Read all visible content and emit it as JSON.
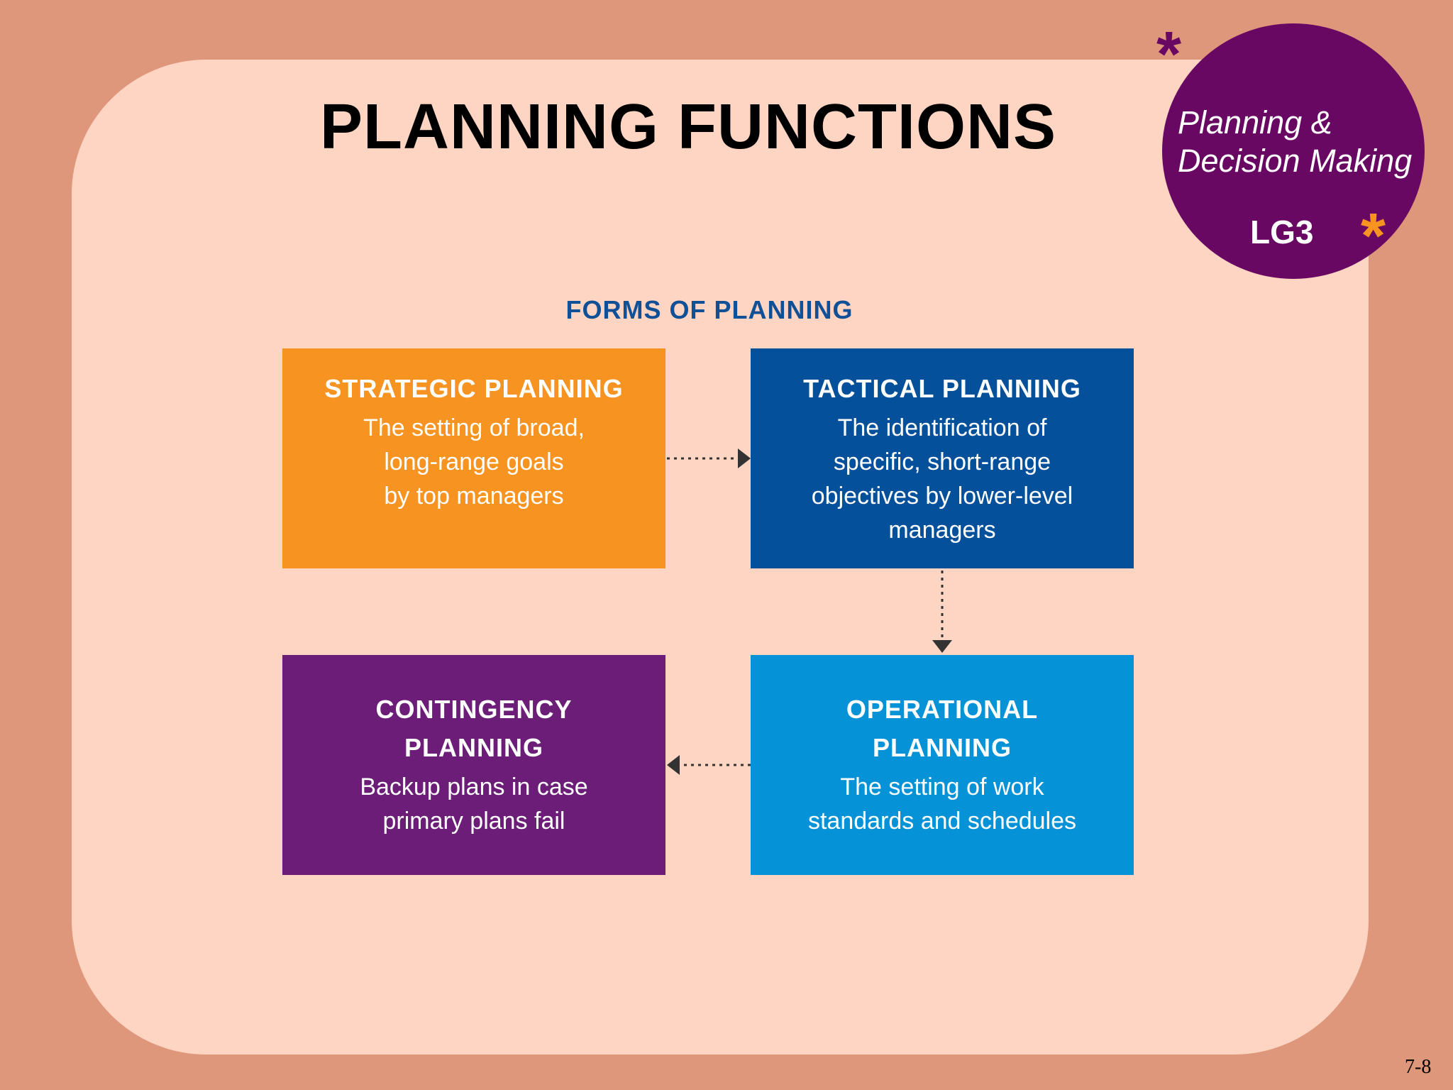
{
  "slide": {
    "title": "PLANNING FUNCTIONS",
    "page_number": "7-8"
  },
  "badge": {
    "topic_line1": "Planning &",
    "topic_line2": "Decision Making",
    "code": "LG3",
    "asterisk": "*"
  },
  "diagram": {
    "heading": "FORMS OF PLANNING",
    "boxes": {
      "strategic": {
        "title": "STRATEGIC PLANNING",
        "desc_lines": [
          "The setting of broad,",
          "long-range goals",
          "by top managers"
        ]
      },
      "tactical": {
        "title": "TACTICAL PLANNING",
        "desc_lines": [
          "The identification of",
          "specific, short-range",
          "objectives by lower-level",
          "managers"
        ]
      },
      "contingency": {
        "title_lines": [
          "CONTINGENCY",
          "PLANNING"
        ],
        "desc_lines": [
          "Backup plans in case",
          "primary plans fail"
        ]
      },
      "operational": {
        "title_lines": [
          "OPERATIONAL",
          "PLANNING"
        ],
        "desc_lines": [
          "The setting of work",
          "standards and schedules"
        ]
      }
    }
  },
  "colors": {
    "strategic": "#f79320",
    "tactical": "#04509a",
    "contingency": "#6b1d78",
    "operational": "#0592d6",
    "badge": "#680863",
    "heading": "#0f5096"
  }
}
